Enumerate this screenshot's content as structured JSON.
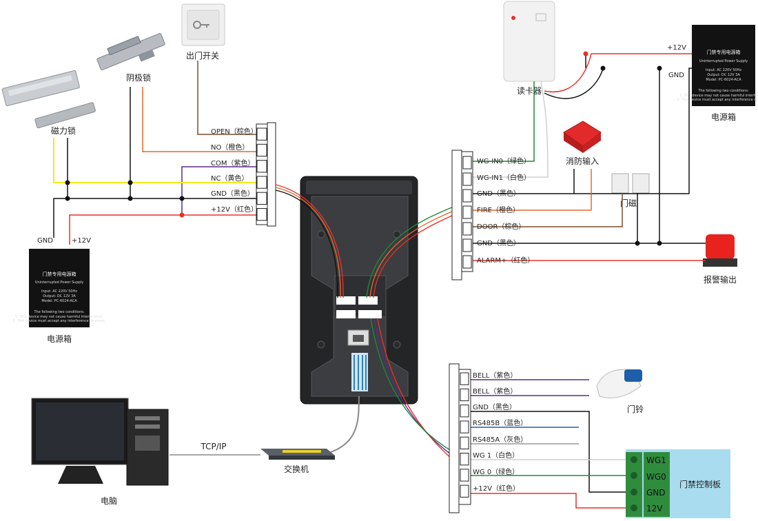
{
  "colors": {
    "red": "#e8302a",
    "orange": "#e8662a",
    "yellow": "#f5e71a",
    "purple": "#5b2a8a",
    "brown": "#7a4a2a",
    "green": "#1d8a3a",
    "black": "#111111",
    "grey": "#cfcfcf",
    "panel": "#a9dcef"
  },
  "devices": {
    "exit_button": "出门开关",
    "electric_strike": "阴极锁",
    "mag_lock": "磁力锁",
    "psu_left": "电源箱",
    "card_reader": "读卡器",
    "psu_right": "电源箱",
    "fire_input": "消防输入",
    "door_contact": "门磁",
    "alarm_output": "报警输出",
    "doorbell": "门铃",
    "pc": "电脑",
    "switch": "交换机",
    "controller": "门禁控制板"
  },
  "psu_box": {
    "title": "门禁专用电源箱",
    "subtitle": "Uninterrupted Power Supply",
    "line1": "Input: AC 220V 50Hz",
    "line2": "Output: DC 12V 3A",
    "line3": "Model: PC-6024-ACA",
    "note": "The following two conditions:",
    "n1": "1. This device may not cause harmful interference.",
    "n2": "2. This device must accept any interference received."
  },
  "power": {
    "gnd_left": "GND",
    "v12_left": "+12V",
    "v12_right": "+12V",
    "gnd_right": "GND"
  },
  "left_terminals": [
    "OPEN（棕色）",
    "NO（橙色）",
    "COM（紫色）",
    "NC（黄色）",
    "GND（黑色）",
    "+12V（红色）"
  ],
  "right_top_terminals": [
    "WG-IN0（绿色）",
    "WG-IN1（白色）",
    "GND（黑色）",
    "FIRE（橙色）",
    "DOOR（棕色）",
    "GND（黑色）",
    "ALARM+（红色）"
  ],
  "right_bottom_terminals": [
    "BELL（紫色）",
    "BELL（紫色）",
    "GND（黑色）",
    "RS485B（蓝色）",
    "RS485A（灰色）",
    "WG 1（白色）",
    "WG 0（绿色）",
    "+12V（红色）"
  ],
  "network": {
    "protocol": "TCP/IP"
  },
  "controller_pins": [
    "WG1",
    "WG0",
    "GND",
    "12V"
  ]
}
